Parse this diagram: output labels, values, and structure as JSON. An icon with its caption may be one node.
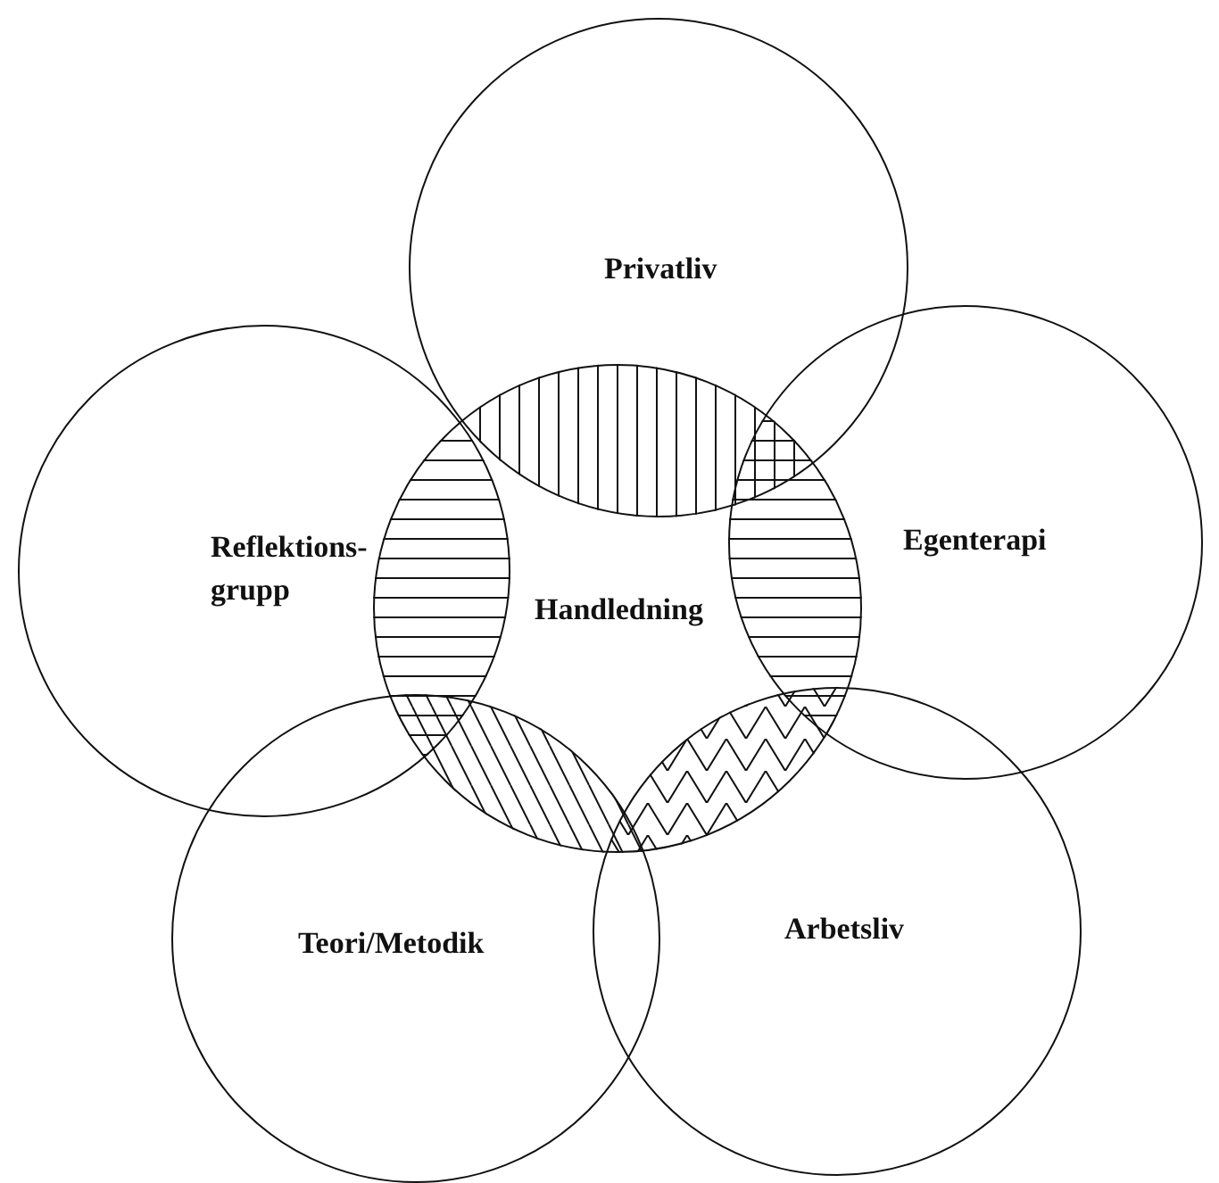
{
  "diagram": {
    "nodes": [
      {
        "text": [
          "Privatliv"
        ]
      },
      {
        "text": [
          "Reflektions- grupp"
        ]
      },
      {
        "text": [
          "Egenterapi"
        ]
      },
      {
        "text": [
          "Handledning"
        ]
      },
      {
        "text": [
          "Teori/Metodik"
        ]
      },
      {
        "text": [
          "Arbetsliv"
        ]
      }
    ]
  }
}
